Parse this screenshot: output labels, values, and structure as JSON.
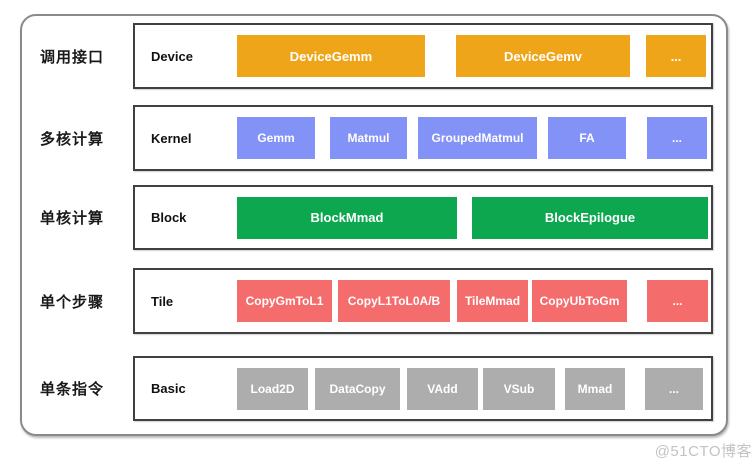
{
  "diagram": {
    "description_colors": {
      "device_orange": "#efa51a",
      "kernel_blue": "#8292f7",
      "block_green": "#0ca74e",
      "tile_red": "#f56c6c",
      "basic_gray": "#adadad",
      "box_border": "#404040",
      "frame_border": "#8a8a8a"
    }
  },
  "rows": [
    {
      "category": "调用接口",
      "level": "Device",
      "chip_color": "#efa51a",
      "chips": [
        "DeviceGemm",
        "DeviceGemv",
        "..."
      ]
    },
    {
      "category": "多核计算",
      "level": "Kernel",
      "chip_color": "#8292f7",
      "chips": [
        "Gemm",
        "Matmul",
        "GroupedMatmul",
        "FA",
        "..."
      ]
    },
    {
      "category": "单核计算",
      "level": "Block",
      "chip_color": "#0ca74e",
      "chips": [
        "BlockMmad",
        "BlockEpilogue"
      ]
    },
    {
      "category": "单个步骤",
      "level": "Tile",
      "chip_color": "#f56c6c",
      "chips": [
        "CopyGmToL1",
        "CopyL1ToL0A/B",
        "TileMmad",
        "CopyUbToGm",
        "..."
      ]
    },
    {
      "category": "单条指令",
      "level": "Basic",
      "chip_color": "#adadad",
      "chips": [
        "Load2D",
        "DataCopy",
        "VAdd",
        "VSub",
        "Mmad",
        "..."
      ]
    }
  ],
  "watermark": "@51CTO博客"
}
